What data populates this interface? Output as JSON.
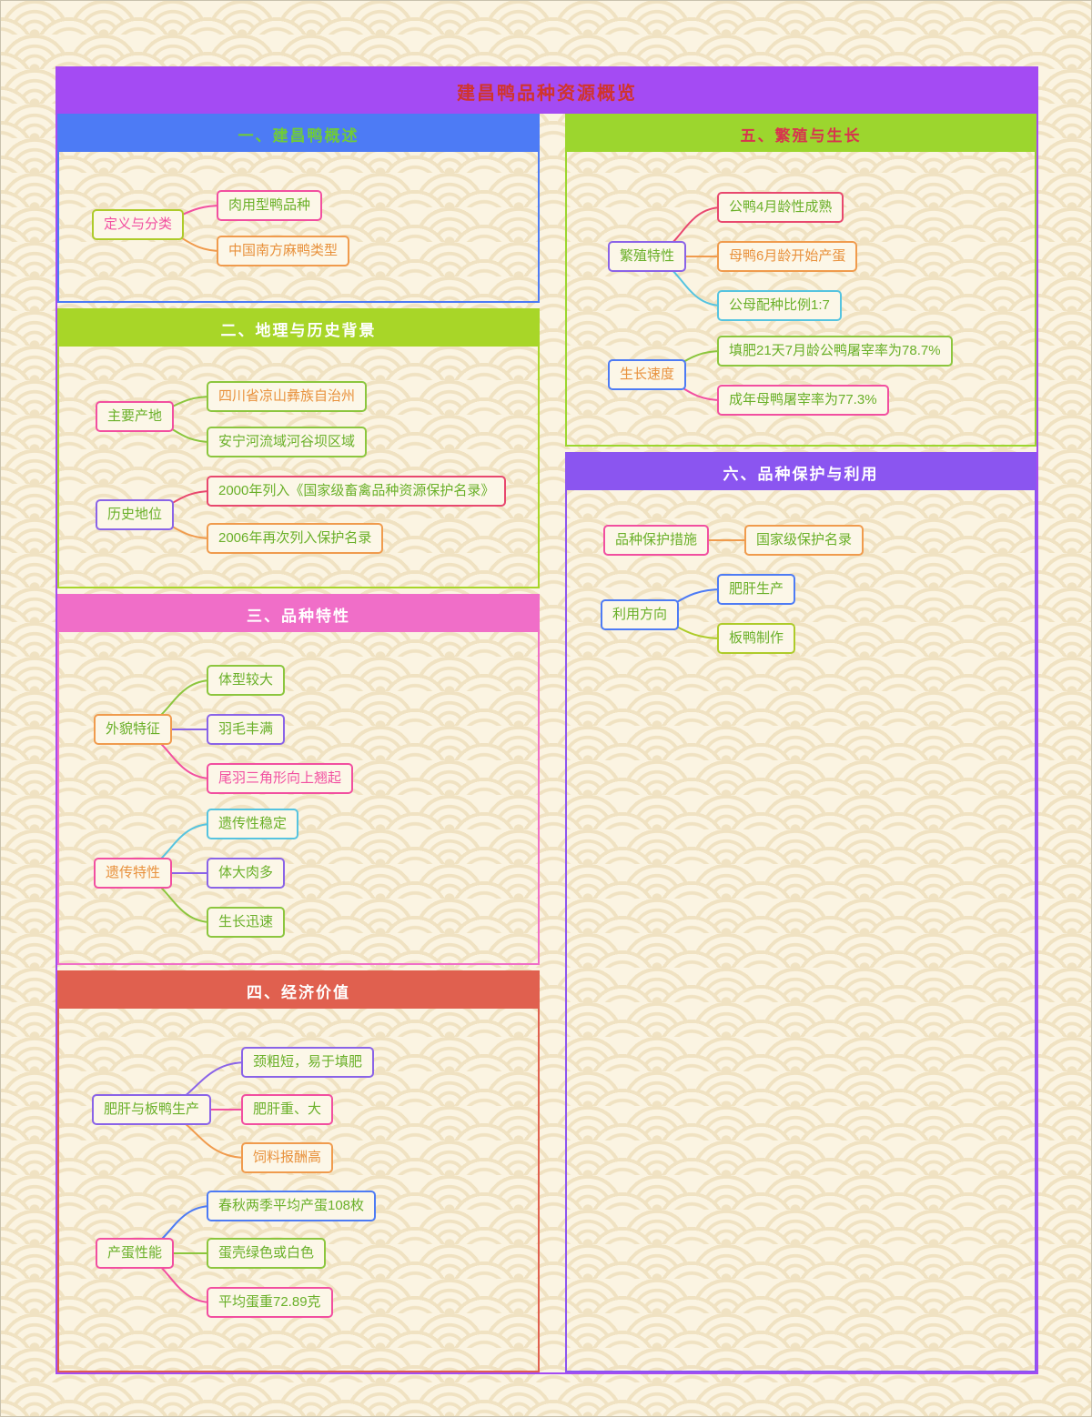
{
  "title": "建昌鸭品种资源概览",
  "colors": {
    "frame_purple": "#A44BF3",
    "title_text": "#D0342C",
    "section1_blue": "#4D7BF5",
    "section2_green": "#A8D628",
    "section3_pink": "#F06EC8",
    "section4_red": "#E0604F",
    "section5_green": "#9CD62E",
    "section6_purple": "#8B55F0",
    "node_text_green": "#6AB029",
    "node_text_orange": "#E8913C",
    "node_text_pink": "#F24FA0",
    "border_green": "#8CC63E",
    "border_pink": "#F24FA0",
    "border_rose": "#E8486E",
    "border_orange": "#F09B4D",
    "border_purple": "#8A63E8",
    "border_blue": "#4D7BF5",
    "border_cyan": "#55C4E0",
    "background": "#FBF4E2"
  },
  "sections": [
    {
      "header": "一、建昌鸭概述",
      "branches": [
        {
          "parent": "定义与分类",
          "children": [
            "肉用型鸭品种",
            "中国南方麻鸭类型"
          ]
        }
      ]
    },
    {
      "header": "二、地理与历史背景",
      "branches": [
        {
          "parent": "主要产地",
          "children": [
            "四川省凉山彝族自治州",
            "安宁河流域河谷坝区域"
          ]
        },
        {
          "parent": "历史地位",
          "children": [
            "2000年列入《国家级畜禽品种资源保护名录》",
            "2006年再次列入保护名录"
          ]
        }
      ]
    },
    {
      "header": "三、品种特性",
      "branches": [
        {
          "parent": "外貌特征",
          "children": [
            "体型较大",
            "羽毛丰满",
            "尾羽三角形向上翘起"
          ]
        },
        {
          "parent": "遗传特性",
          "children": [
            "遗传性稳定",
            "体大肉多",
            "生长迅速"
          ]
        }
      ]
    },
    {
      "header": "四、经济价值",
      "branches": [
        {
          "parent": "肥肝与板鸭生产",
          "children": [
            "颈粗短，易于填肥",
            "肥肝重、大",
            "饲料报酬高"
          ]
        },
        {
          "parent": "产蛋性能",
          "children": [
            "春秋两季平均产蛋108枚",
            "蛋壳绿色或白色",
            "平均蛋重72.89克"
          ]
        }
      ]
    },
    {
      "header": "五、繁殖与生长",
      "branches": [
        {
          "parent": "繁殖特性",
          "children": [
            "公鸭4月龄性成熟",
            "母鸭6月龄开始产蛋",
            "公母配种比例1:7"
          ]
        },
        {
          "parent": "生长速度",
          "children": [
            "填肥21天7月龄公鸭屠宰率为78.7%",
            "成年母鸭屠宰率为77.3%"
          ]
        }
      ]
    },
    {
      "header": "六、品种保护与利用",
      "branches": [
        {
          "parent": "品种保护措施",
          "children": [
            "国家级保护名录"
          ]
        },
        {
          "parent": "利用方向",
          "children": [
            "肥肝生产",
            "板鸭制作"
          ]
        }
      ]
    }
  ]
}
